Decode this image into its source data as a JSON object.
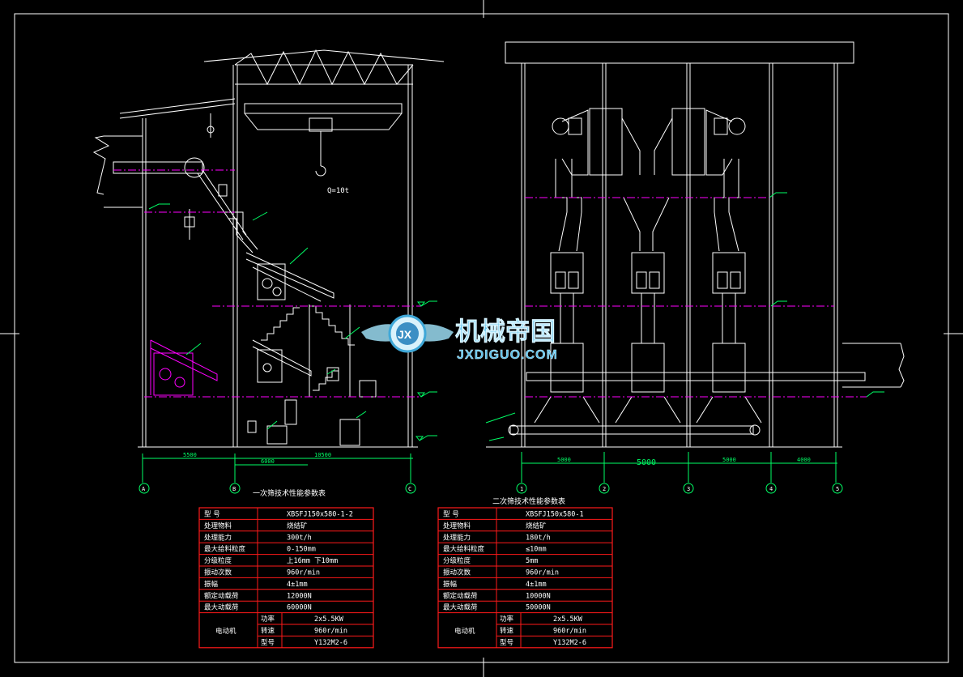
{
  "colors": {
    "background": "#000000",
    "frame": "#ffffff",
    "structure": "#ffffff",
    "dimension": "#00ff66",
    "level_line": "#ff00ff",
    "table_border": "#ff1a1a",
    "table_text": "#ffffff",
    "watermark_text": "#6ecff0"
  },
  "left_drawing": {
    "crane_label": "Q=10t",
    "dimensions": [
      "5500",
      "6000",
      "10500"
    ],
    "axis_labels": [
      "A",
      "B",
      "C"
    ]
  },
  "right_drawing": {
    "dimensions": [
      "5000",
      "5000",
      "5000",
      "4000"
    ],
    "axis_labels": [
      "1",
      "2",
      "3",
      "4",
      "5"
    ]
  },
  "watermark": {
    "logo_letters": "JX",
    "brand": "机械帝国",
    "domain": "JXDIGUO.COM"
  },
  "table1": {
    "title": "一次筛技术性能参数表",
    "rows": [
      [
        "型   号",
        "XBSFJ150x580-1-2"
      ],
      [
        "处理物料",
        "烧结矿"
      ],
      [
        "处理能力",
        "300t/h"
      ],
      [
        "最大给料粒度",
        "0-150mm"
      ],
      [
        "分级粒度",
        "上16mm   下10mm"
      ],
      [
        "振动次数",
        "960r/min"
      ],
      [
        "振幅",
        "4±1mm"
      ],
      [
        "额定动载荷",
        "12000N"
      ],
      [
        "最大动载荷",
        "60000N"
      ]
    ],
    "motor": {
      "label": "电动机",
      "rows": [
        [
          "功率",
          "2x5.5KW"
        ],
        [
          "转速",
          "960r/min"
        ],
        [
          "型号",
          "Y132M2-6"
        ]
      ]
    }
  },
  "table2": {
    "title": "二次筛技术性能参数表",
    "rows": [
      [
        "型   号",
        "XBSFJ150x580-1"
      ],
      [
        "处理物料",
        "烧结矿"
      ],
      [
        "处理能力",
        "180t/h"
      ],
      [
        "最大给料粒度",
        "≤10mm"
      ],
      [
        "分级粒度",
        "5mm"
      ],
      [
        "振动次数",
        "960r/min"
      ],
      [
        "振幅",
        "4±1mm"
      ],
      [
        "额定动载荷",
        "10000N"
      ],
      [
        "最大动载荷",
        "50000N"
      ]
    ],
    "motor": {
      "label": "电动机",
      "rows": [
        [
          "功率",
          "2x5.5KW"
        ],
        [
          "转速",
          "960r/min"
        ],
        [
          "型号",
          "Y132M2-6"
        ]
      ]
    }
  }
}
